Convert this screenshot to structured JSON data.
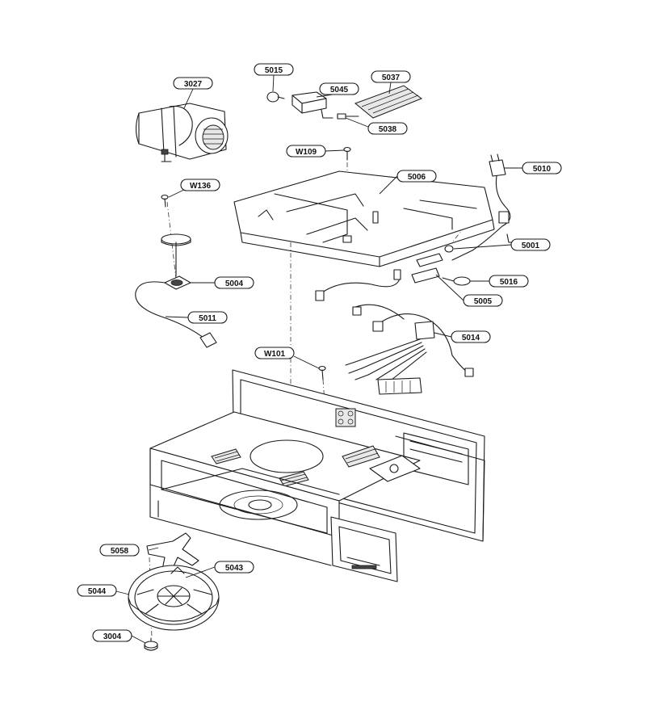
{
  "callouts": [
    {
      "id": "c3027",
      "label": "3027"
    },
    {
      "id": "c5015",
      "label": "5015"
    },
    {
      "id": "c5045",
      "label": "5045"
    },
    {
      "id": "c5037",
      "label": "5037"
    },
    {
      "id": "c5038",
      "label": "5038"
    },
    {
      "id": "cW109",
      "label": "W109"
    },
    {
      "id": "c5006",
      "label": "5006"
    },
    {
      "id": "c5010",
      "label": "5010"
    },
    {
      "id": "cW136",
      "label": "W136"
    },
    {
      "id": "c5001",
      "label": "5001"
    },
    {
      "id": "c5004",
      "label": "5004"
    },
    {
      "id": "c5016",
      "label": "5016"
    },
    {
      "id": "c5005",
      "label": "5005"
    },
    {
      "id": "c5011",
      "label": "5011"
    },
    {
      "id": "c5014",
      "label": "5014"
    },
    {
      "id": "cW101",
      "label": "W101"
    },
    {
      "id": "c5058",
      "label": "5058"
    },
    {
      "id": "c5043",
      "label": "5043"
    },
    {
      "id": "c5044",
      "label": "5044"
    },
    {
      "id": "c3004",
      "label": "3004"
    }
  ]
}
